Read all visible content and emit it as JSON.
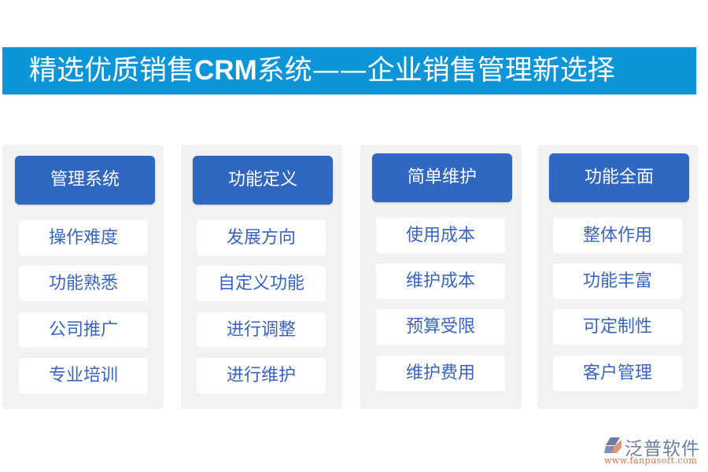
{
  "banner": {
    "title_prefix": "精选优质销售",
    "title_brand": "CRM",
    "title_suffix": "系统——企业销售管理新选择",
    "background": "#0c96d9"
  },
  "columns": [
    {
      "header": "管理系统",
      "items": [
        "操作难度",
        "功能熟悉",
        "公司推广",
        "专业培训"
      ]
    },
    {
      "header": "功能定义",
      "items": [
        "发展方向",
        "自定义功能",
        "进行调整",
        "进行维护"
      ]
    },
    {
      "header": "简单维护",
      "items": [
        "使用成本",
        "维护成本",
        "预算受限",
        "维护费用"
      ]
    },
    {
      "header": "功能全面",
      "items": [
        "整体作用",
        "功能丰富",
        "可定制性",
        "客户管理"
      ]
    }
  ],
  "colors": {
    "header_bg": "#2f67c3",
    "item_text": "#3a63c6",
    "panel_bg": "#f2f2f2"
  },
  "logo": {
    "name": "泛普软件",
    "url": "www.fanpusoft.com"
  }
}
